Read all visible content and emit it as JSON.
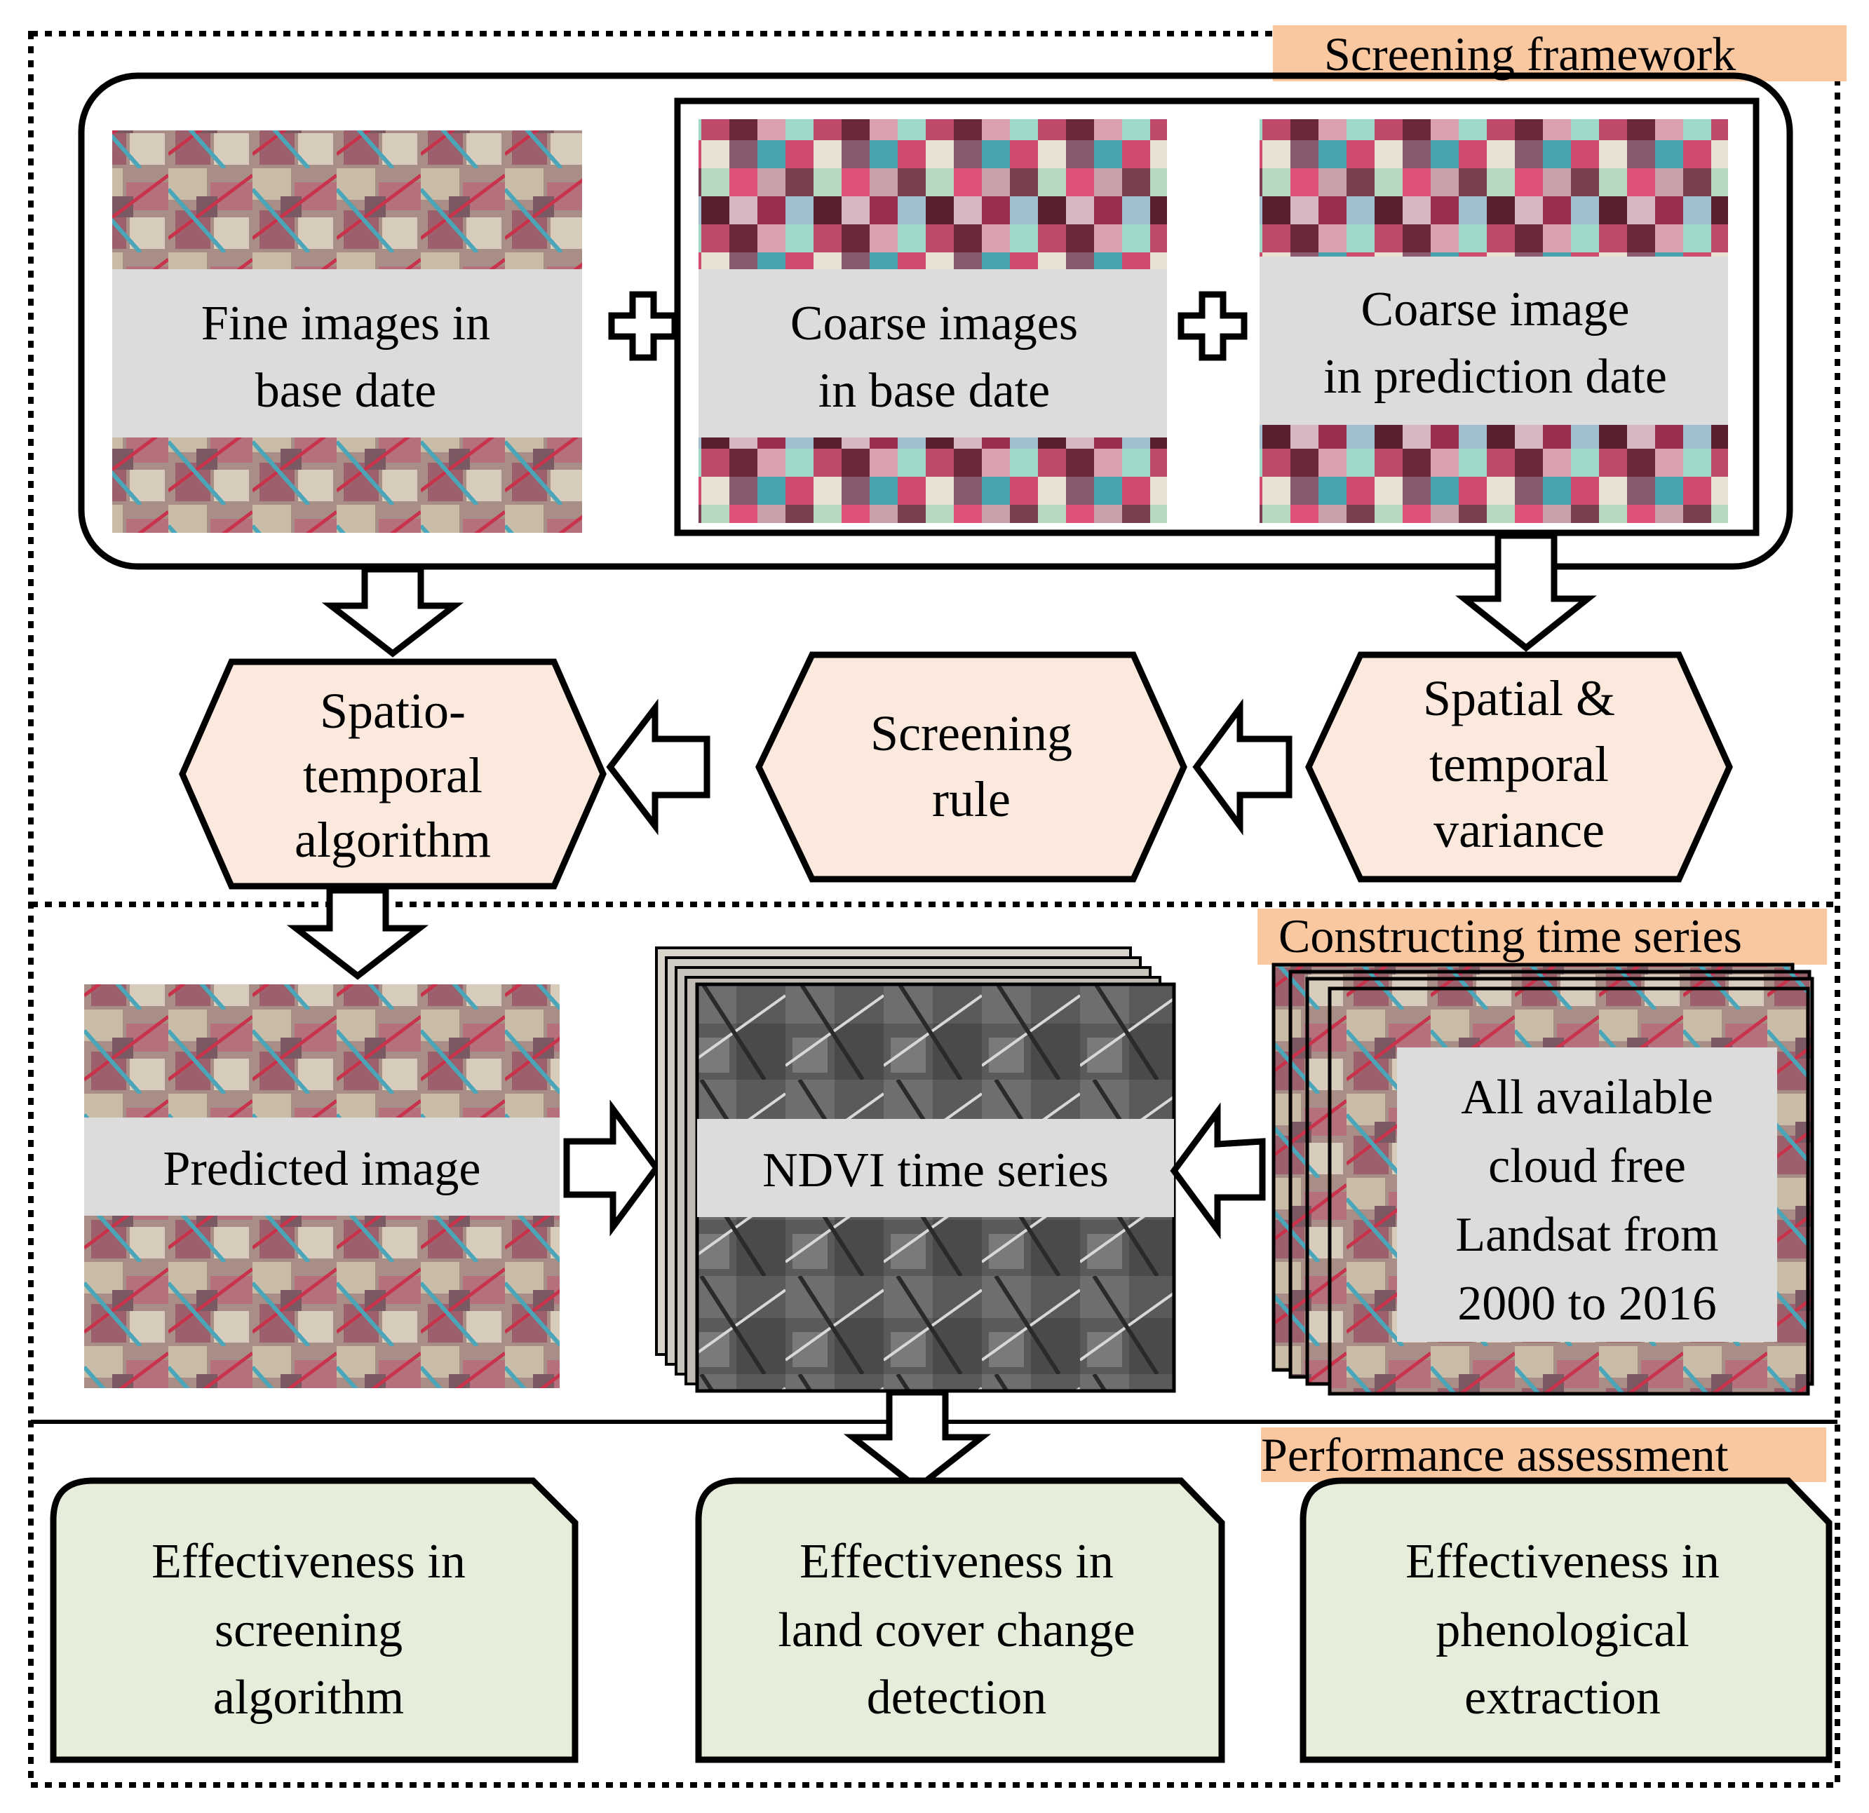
{
  "colors": {
    "section_tag": "#f9c7a0",
    "hexagon_fill": "#fbe9dd",
    "green_fill": "#e6eedb",
    "label_box": "#dcdcdc"
  },
  "sections": {
    "screening": "Screening framework",
    "time_series": "Constructing time series",
    "assessment": "Performance assessment"
  },
  "inputs": {
    "fine_base": [
      "Fine images in",
      "base date"
    ],
    "coarse_base": [
      "Coarse images",
      "in base date"
    ],
    "coarse_pred": [
      "Coarse image",
      "in prediction date"
    ]
  },
  "process": {
    "spatiotemporal": [
      "Spatio-",
      "temporal",
      "algorithm"
    ],
    "screening_rule": [
      "Screening",
      "rule"
    ],
    "variance": [
      "Spatial &",
      "temporal",
      "variance"
    ]
  },
  "time_series": {
    "predicted": "Predicted image",
    "ndvi": "NDVI time series",
    "landsat": [
      "All available",
      "cloud free",
      "Landsat from",
      "2000 to 2016"
    ]
  },
  "assessment": {
    "screening_algo": [
      "Effectiveness in",
      "screening",
      "algorithm"
    ],
    "land_cover": [
      "Effectiveness in",
      "land cover change",
      "detection"
    ],
    "phenological": [
      "Effectiveness in",
      "phenological",
      "extraction"
    ]
  }
}
